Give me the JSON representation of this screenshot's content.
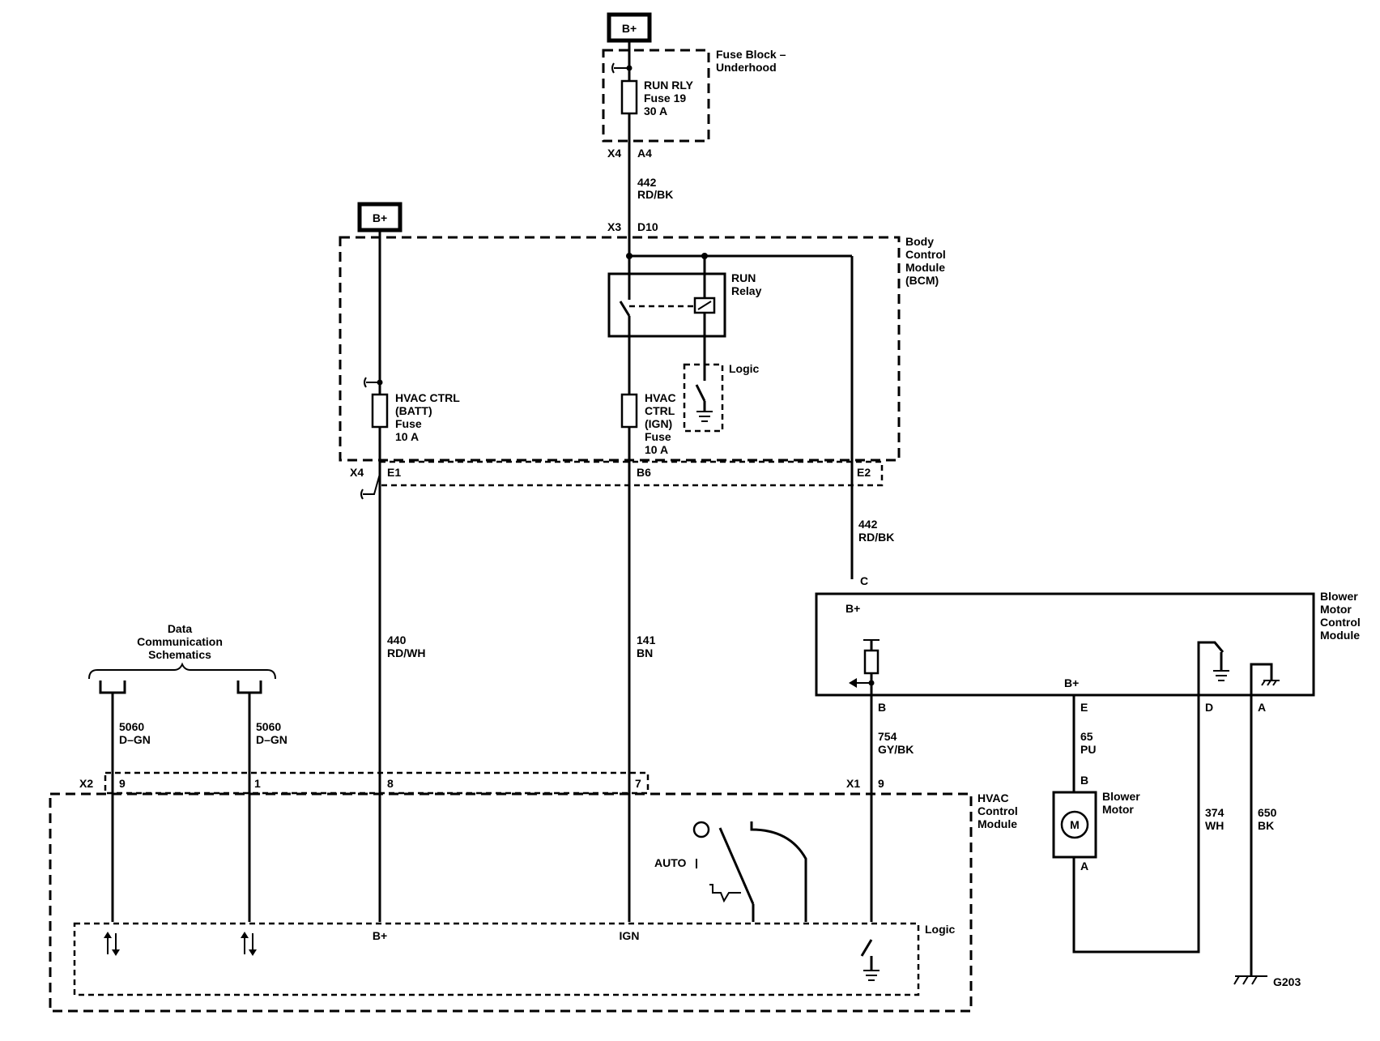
{
  "power": {
    "bplus": "B+"
  },
  "fuse_block": {
    "title_1": "Fuse Block –",
    "title_2": "Underhood",
    "fuse_1": "RUN RLY",
    "fuse_2": "Fuse 19",
    "fuse_3": "30 A",
    "conn": "X4",
    "pin": "A4"
  },
  "wire_442_top": {
    "num": "442",
    "color": "RD/BK"
  },
  "bcm": {
    "title_1": "Body",
    "title_2": "Control",
    "title_3": "Module",
    "title_4": "(BCM)",
    "conn_x3": "X3",
    "pin_d10": "D10",
    "relay_1": "RUN",
    "relay_2": "Relay",
    "logic": "Logic",
    "fuse_batt_1": "HVAC CTRL",
    "fuse_batt_2": "(BATT)",
    "fuse_batt_3": "Fuse",
    "fuse_batt_4": "10 A",
    "fuse_ign_1": "HVAC",
    "fuse_ign_2": "CTRL",
    "fuse_ign_3": "(IGN)",
    "fuse_ign_4": "Fuse",
    "fuse_ign_5": "10 A",
    "conn_x4": "X4",
    "pin_e1": "E1",
    "pin_b6": "B6",
    "pin_e2": "E2"
  },
  "wire_442_right": {
    "num": "442",
    "color": "RD/BK"
  },
  "wire_440": {
    "num": "440",
    "color": "RD/WH"
  },
  "wire_141": {
    "num": "141",
    "color": "BN"
  },
  "data_comm": {
    "l1": "Data",
    "l2": "Communication",
    "l3": "Schematics"
  },
  "wire_5060_a": {
    "num": "5060",
    "color": "D–GN"
  },
  "wire_5060_b": {
    "num": "5060",
    "color": "D–GN"
  },
  "bmcm": {
    "title_1": "Blower",
    "title_2": "Motor",
    "title_3": "Control",
    "title_4": "Module",
    "pin_c": "C",
    "bplus_top": "B+",
    "bplus_inner": "B+",
    "pin_b": "B",
    "pin_e": "E",
    "pin_d": "D",
    "pin_a": "A"
  },
  "wire_754": {
    "num": "754",
    "color": "GY/BK"
  },
  "wire_65": {
    "num": "65",
    "color": "PU"
  },
  "blower_motor": {
    "pin_b": "B",
    "pin_a": "A",
    "l1": "Blower",
    "l2": "Motor",
    "symbol": "M"
  },
  "wire_374": {
    "num": "374",
    "color": "WH"
  },
  "wire_650": {
    "num": "650",
    "color": "BK"
  },
  "ground": {
    "label": "G203"
  },
  "hvac": {
    "title_1": "HVAC",
    "title_2": "Control",
    "title_3": "Module",
    "conn_x2": "X2",
    "pin_9": "9",
    "pin_1": "1",
    "pin_8": "8",
    "pin_7": "7",
    "conn_x1": "X1",
    "pin_x1_9": "9",
    "auto": "AUTO",
    "logic": "Logic",
    "bplus": "B+",
    "ign": "IGN"
  }
}
